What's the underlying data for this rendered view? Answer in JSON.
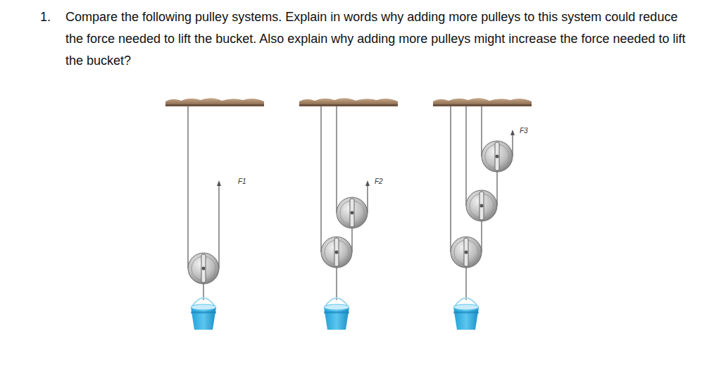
{
  "diagram": {
    "labels": [
      "1.",
      "Compare the following pulley systems. Explain in words why adding more pulleys to this system could reduce the force needed to lift the bucket. Also explain why adding more pulleys might increase the force needed to lift the bucket?",
      "F1",
      "F2",
      "F3"
    ]
  }
}
